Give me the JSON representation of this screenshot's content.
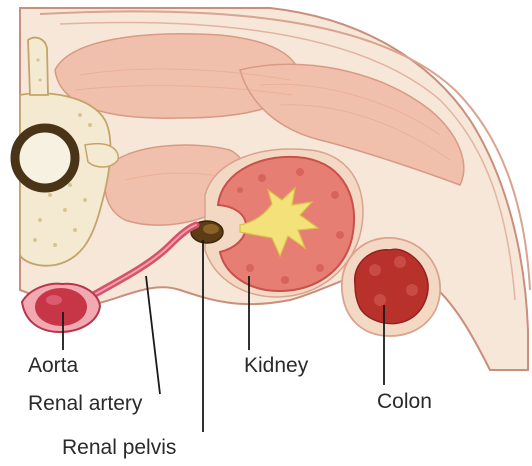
{
  "figure": {
    "labels": {
      "aorta": "Aorta",
      "renal_artery": "Renal artery",
      "renal_pelvis": "Renal pelvis",
      "kidney": "Kidney",
      "colon": "Colon"
    }
  },
  "colors": {
    "body_wall": "#f6e7d9",
    "body_outline": "#c98f7c",
    "muscle": "#f0c0ac",
    "muscle_stripe": "#e9a990",
    "vertebra": "#f4ead2",
    "vertebra_dots": "#d9c48f",
    "spinal_ring": "#4a3418",
    "kidney": "#e77e73",
    "kidney_dark": "#c9504b",
    "kidney_pelvis": "#f3e27a",
    "artery": "#d6526b",
    "aorta": "#c73646",
    "colon": "#b8322b",
    "fat": "#f3d9c4"
  }
}
